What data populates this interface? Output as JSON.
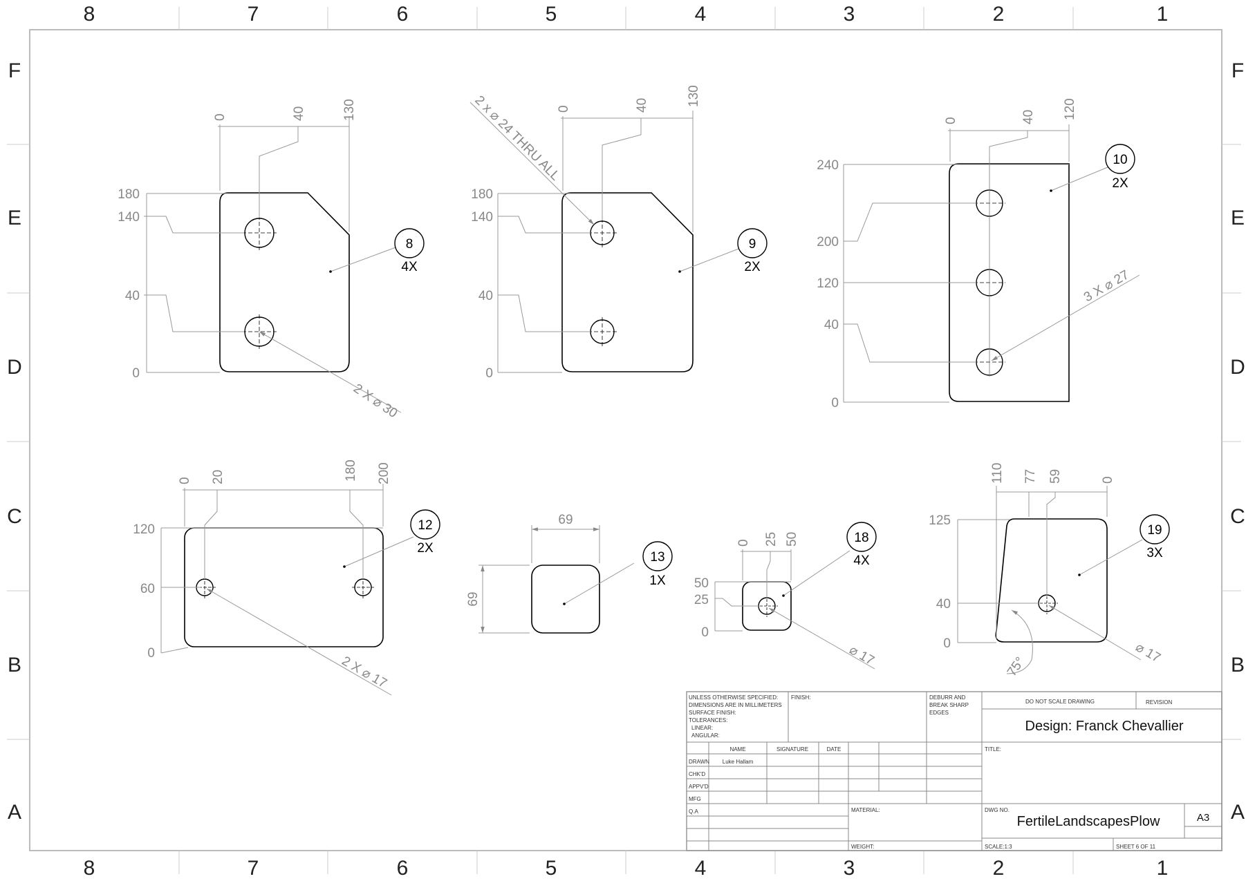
{
  "sheet": {
    "col_labels": [
      "8",
      "7",
      "6",
      "5",
      "4",
      "3",
      "2",
      "1"
    ],
    "row_labels": [
      "F",
      "E",
      "D",
      "C",
      "B",
      "A"
    ]
  },
  "parts": {
    "p8": {
      "balloon": "8",
      "qty": "4X",
      "x_dims": [
        "0",
        "40",
        "130"
      ],
      "y_dims": [
        "180",
        "140",
        "40",
        "0"
      ],
      "callout": "2 X ⌀ 30"
    },
    "p9": {
      "balloon": "9",
      "qty": "2X",
      "x_dims": [
        "0",
        "40",
        "130"
      ],
      "y_dims": [
        "180",
        "140",
        "40",
        "0"
      ],
      "callout": "2 x ⌀ 24 THRU ALL"
    },
    "p10": {
      "balloon": "10",
      "qty": "2X",
      "x_dims": [
        "0",
        "40",
        "120"
      ],
      "y_dims": [
        "240",
        "200",
        "120",
        "40",
        "0"
      ],
      "callout": "3 X ⌀ 27"
    },
    "p12": {
      "balloon": "12",
      "qty": "2X",
      "x_dims": [
        "0",
        "20",
        "180",
        "200"
      ],
      "y_dims": [
        "120",
        "60",
        "0"
      ],
      "callout": "2 X ⌀ 17"
    },
    "p13": {
      "balloon": "13",
      "qty": "1X",
      "width_dim": "69",
      "height_dim": "69"
    },
    "p18": {
      "balloon": "18",
      "qty": "4X",
      "x_dims": [
        "0",
        "25",
        "50"
      ],
      "y_dims": [
        "50",
        "25",
        "0"
      ],
      "callout": "⌀ 17"
    },
    "p19": {
      "balloon": "19",
      "qty": "3X",
      "x_dims": [
        "110",
        "77",
        "59",
        "0"
      ],
      "y_dims": [
        "125",
        "40",
        "0"
      ],
      "callout": "⌀ 17",
      "angle": "75°"
    }
  },
  "title_block": {
    "general_notes": [
      "UNLESS OTHERWISE SPECIFIED:",
      "DIMENSIONS ARE IN MILLIMETERS",
      "SURFACE FINISH:",
      "TOLERANCES:",
      "   LINEAR:",
      "   ANGULAR:"
    ],
    "finish_label": "FINISH:",
    "deburr_label": [
      "DEBURR AND",
      "BREAK SHARP",
      "EDGES"
    ],
    "no_scale": "DO NOT SCALE DRAWING",
    "revision_label": "REVISION",
    "design": "Design: Franck Chevallier",
    "col_name": "NAME",
    "col_signature": "SIGNATURE",
    "col_date": "DATE",
    "rows": [
      "DRAWN",
      "CHK'D",
      "APPV'D",
      "MFG",
      "Q.A"
    ],
    "drawn_name": "Luke Hallam",
    "title_label": "TITLE:",
    "material_label": "MATERIAL:",
    "dwg_no_label": "DWG NO.",
    "dwg_no": "FertileLandscapesPlow",
    "size": "A3",
    "weight_label": "WEIGHT:",
    "scale": "SCALE:1:3",
    "sheet": "SHEET 6 OF 11"
  }
}
